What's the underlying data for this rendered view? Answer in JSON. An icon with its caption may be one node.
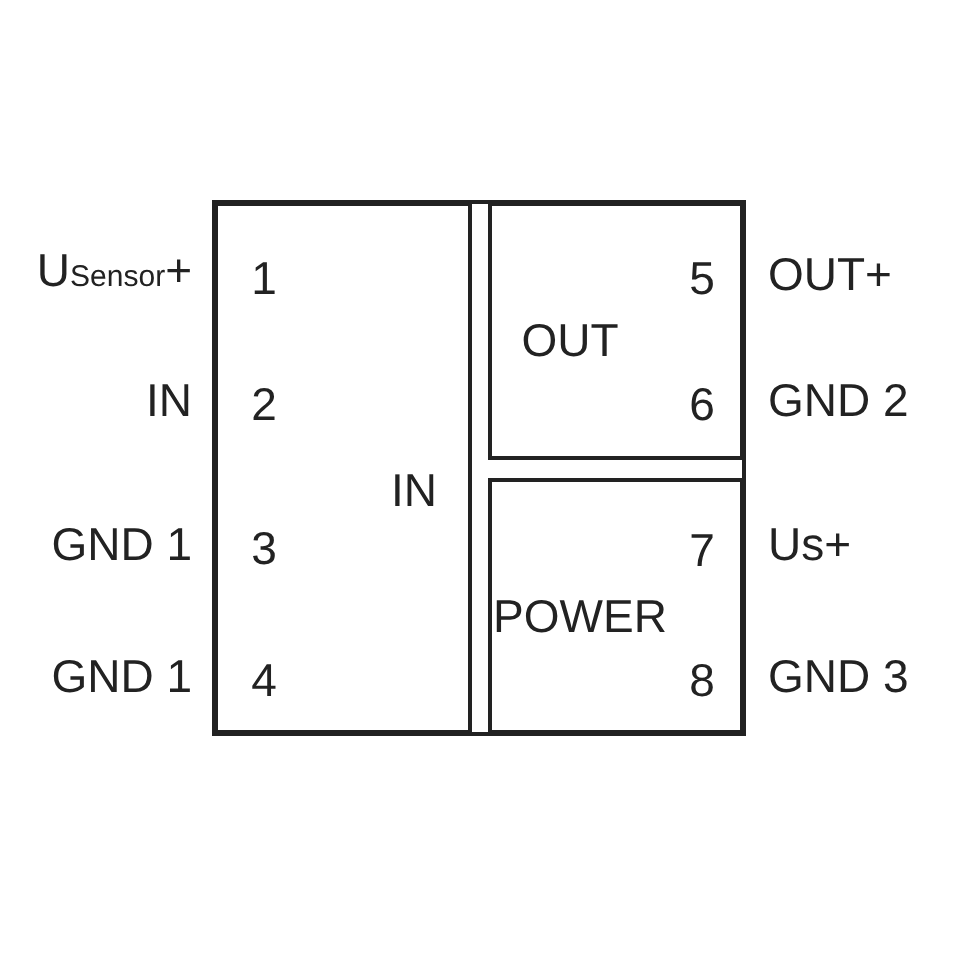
{
  "diagram": {
    "nodes": [
      {
        "text": [
          "1",
          "2",
          "IN",
          "3",
          "4"
        ]
      },
      {
        "text": [
          "5",
          "OUT",
          "6"
        ]
      },
      {
        "text": [
          "7",
          "POWER",
          "8"
        ]
      }
    ],
    "edges": [],
    "labels": [
      "U$_{Sensor}$+",
      "IN",
      "GND 1",
      "GND 1",
      "OUT+",
      "GND 2",
      "Us+",
      "GND 3"
    ]
  }
}
